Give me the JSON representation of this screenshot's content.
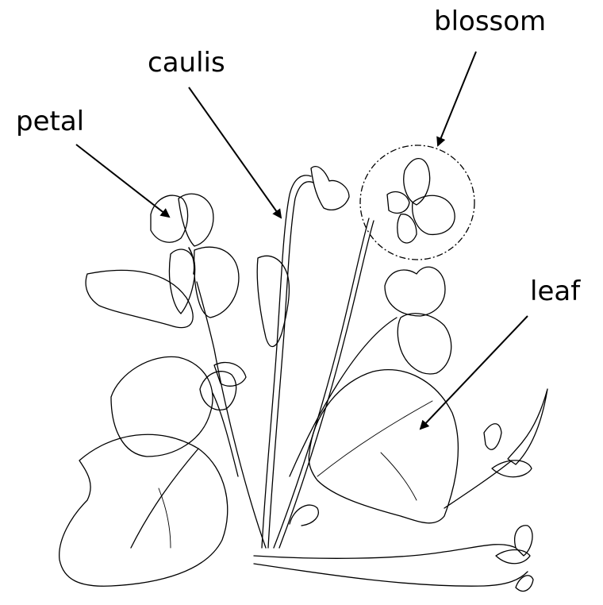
{
  "labels": {
    "blossom": "blossom",
    "caulis": "caulis",
    "petal": "petal",
    "leaf": "leaf"
  },
  "colors": {
    "ink": "#000000",
    "background": "#ffffff"
  }
}
